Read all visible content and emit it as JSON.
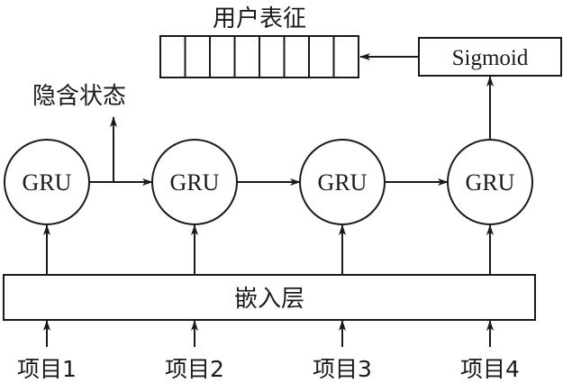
{
  "title": "用户表征",
  "hidden_state_label": "隐含状态",
  "sigmoid_label": "Sigmoid",
  "embedding_label": "嵌入层",
  "vector_cells": 8,
  "gru_label": "GRU",
  "gru_units": [
    {
      "label": "GRU"
    },
    {
      "label": "GRU"
    },
    {
      "label": "GRU"
    },
    {
      "label": "GRU"
    }
  ],
  "items": [
    {
      "label": "项目1"
    },
    {
      "label": "项目2"
    },
    {
      "label": "项目3"
    },
    {
      "label": "项目4"
    }
  ]
}
